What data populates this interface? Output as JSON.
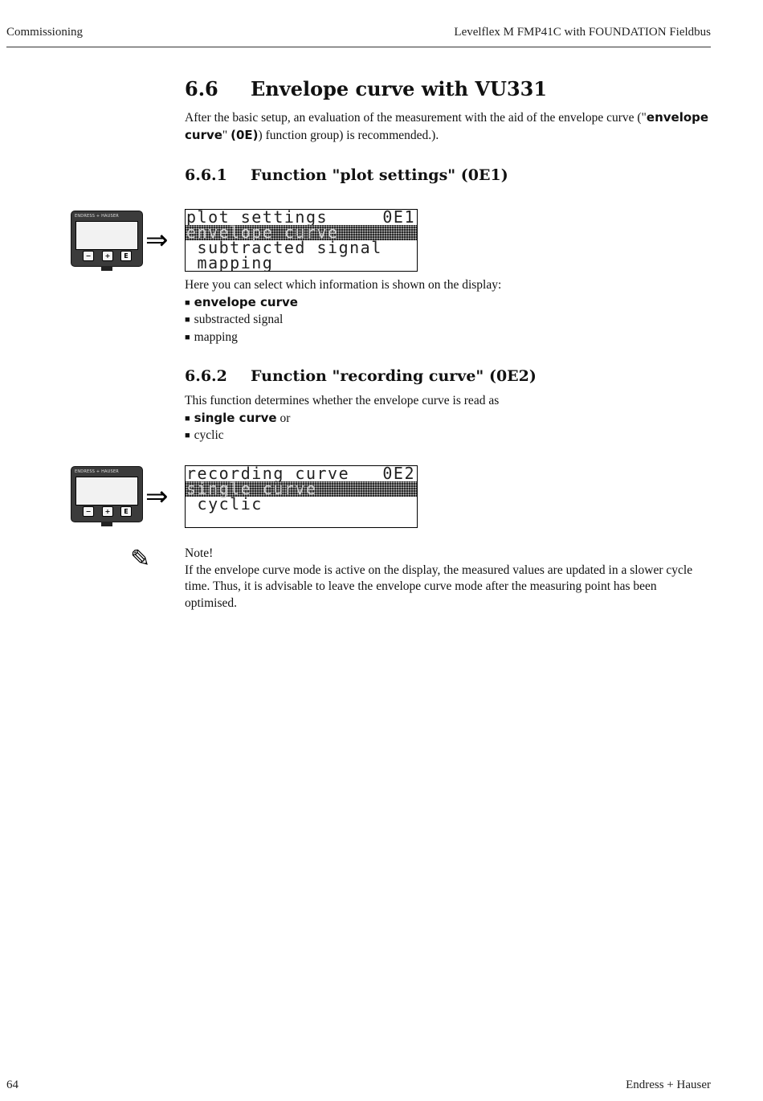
{
  "header": {
    "section": "Commissioning",
    "product": "Levelflex M FMP41C with FOUNDATION Fieldbus"
  },
  "footer": {
    "page_number": "64",
    "brand": "Endress + Hauser"
  },
  "device_icon": {
    "brand_text": "ENDRESS + HAUSER",
    "keys": [
      "−",
      "+",
      "E"
    ]
  },
  "arrow_glyph": "⇒",
  "section_6_6": {
    "number": "6.6",
    "title": "Envelope curve with VU331",
    "intro_1": "After the basic setup, an evaluation of the measurement with the aid of the envelope curve (\"",
    "intro_bold_1": "envelope curve",
    "intro_2": "\" ",
    "intro_bold_2": "(0E)",
    "intro_3": ") function group) is recommended.)."
  },
  "section_6_6_1": {
    "number": "6.6.1",
    "title": "Function \"plot settings\" (0E1)",
    "lcd": {
      "title": "plot settings",
      "code": "0E1",
      "options": [
        "envelope curve",
        "subtracted signal",
        "mapping"
      ],
      "selected_index": 0
    },
    "description": "Here you can select which information is shown on the display:",
    "items": [
      {
        "label": "envelope curve",
        "bold": true
      },
      {
        "label": "substracted signal",
        "bold": false
      },
      {
        "label": "mapping",
        "bold": false
      }
    ]
  },
  "section_6_6_2": {
    "number": "6.6.2",
    "title": "Function \"recording curve\" (0E2)",
    "description": "This function determines whether the envelope curve is read as",
    "item_1_bold": "single curve",
    "item_1_suffix": " or",
    "item_2": "cyclic",
    "lcd": {
      "title": "recording curve",
      "code": "0E2",
      "options": [
        "single curve",
        "cyclic"
      ],
      "selected_index": 0
    }
  },
  "note": {
    "icon": "pencil-icon",
    "heading": "Note!",
    "text": "If the envelope curve mode is active on the display, the measured values are updated in a slower cycle time. Thus, it is advisable to leave the envelope curve mode after the measuring point has been optimised."
  }
}
